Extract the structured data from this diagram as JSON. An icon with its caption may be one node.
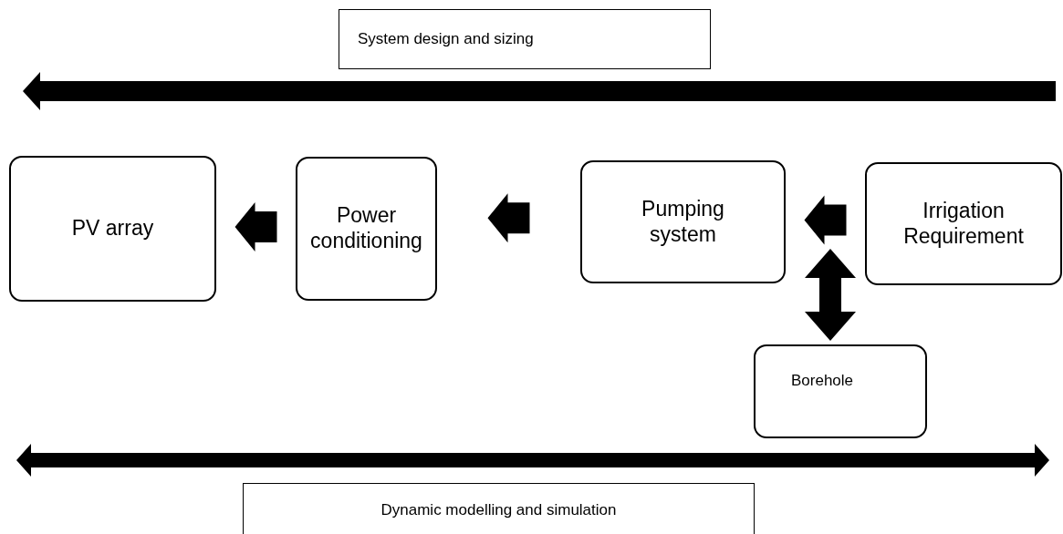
{
  "diagram": {
    "nodes": [
      {
        "text": [
          "System design and sizing"
        ]
      },
      {
        "text": [
          "PV array"
        ]
      },
      {
        "text": [
          "Power conditioning"
        ]
      },
      {
        "text": [
          "Pumping system"
        ]
      },
      {
        "text": [
          "Irrigation Requirement"
        ]
      },
      {
        "text": [
          "Borehole"
        ]
      },
      {
        "text": [
          "Dynamic modelling and simulation"
        ]
      }
    ],
    "edges": [
      {
        "from": 2,
        "to": 1,
        "arrow": "to",
        "style": "thick"
      },
      {
        "from": 3,
        "to": 2,
        "arrow": "to",
        "style": "thick"
      },
      {
        "from": 4,
        "to": 3,
        "arrow": "to",
        "style": "thick"
      },
      {
        "from": 5,
        "to": 3,
        "arrow": "both",
        "style": "thick"
      }
    ]
  }
}
